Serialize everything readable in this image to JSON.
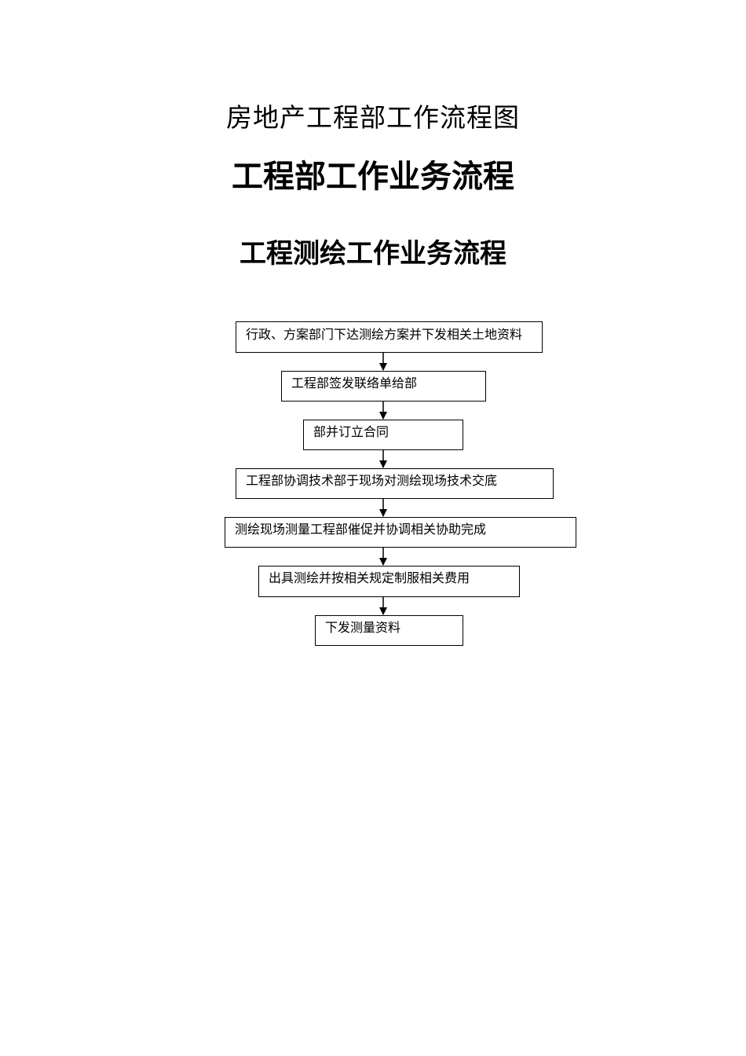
{
  "document": {
    "title": "房地产工程部工作流程图",
    "heading": "工程部工作业务流程",
    "subheading": "工程测绘工作业务流程"
  },
  "flowchart": {
    "steps": [
      {
        "label": "行政、方案部门下达测绘方案并下发相关土地资料"
      },
      {
        "label": "工程部签发联络单给部"
      },
      {
        "label": "部并订立合同"
      },
      {
        "label": "工程部协调技术部于现场对测绘现场技术交底"
      },
      {
        "label": "测绘现场测量工程部催促并协调相关协助完成"
      },
      {
        "label": "出具测绘并按相关规定制服相关费用"
      },
      {
        "label": "下发测量资料"
      }
    ]
  }
}
